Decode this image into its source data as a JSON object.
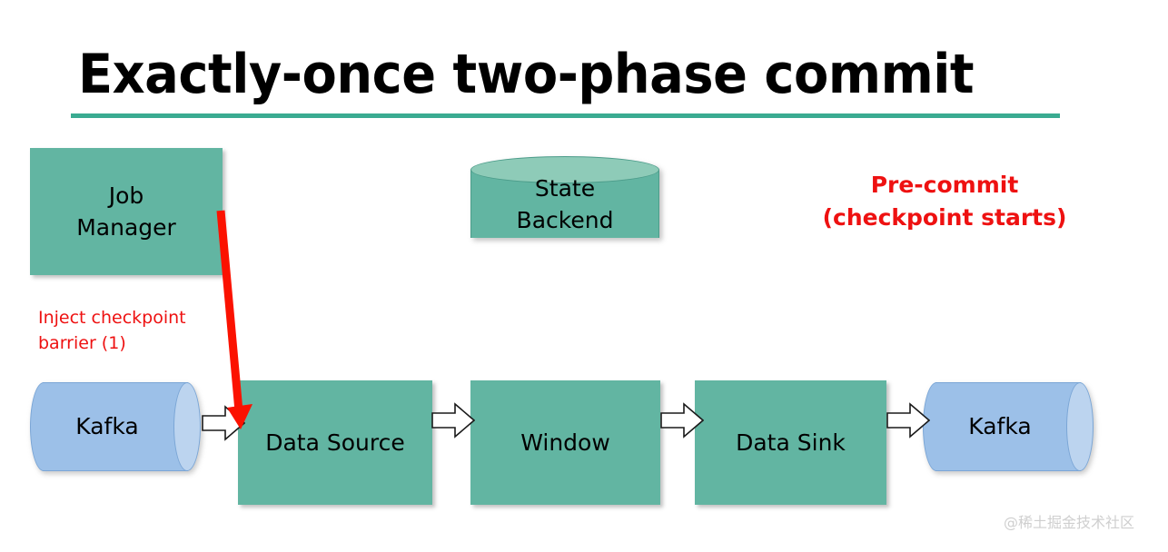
{
  "slide": {
    "title": "Exactly-once two-phase commit",
    "watermark": "@稀土掘金技术社区"
  },
  "colors": {
    "process_green": "#62b5a2",
    "cylinder_top_green": "#8ecbb8",
    "kafka_blue": "#9cc0e8",
    "kafka_cap_blue": "#bcd4ef",
    "rule_teal": "#3aab91",
    "annotation_red": "#ee1111",
    "arrow_red": "#fb1200",
    "text_black": "#000000",
    "watermark_gray": "#cfcfcf"
  },
  "nodes": {
    "job_manager": {
      "label": "Job\nManager",
      "line1": "Job",
      "line2": "Manager",
      "shape": "rectangle"
    },
    "state_backend": {
      "label": "State\nBackend",
      "line1": "State",
      "line2": "Backend",
      "shape": "cylinder"
    },
    "kafka_source": {
      "label": "Kafka",
      "shape": "horizontal-cylinder"
    },
    "data_source": {
      "label": "Data Source",
      "shape": "rectangle"
    },
    "window": {
      "label": "Window",
      "shape": "rectangle"
    },
    "data_sink": {
      "label": "Data Sink",
      "shape": "rectangle"
    },
    "kafka_sink": {
      "label": "Kafka",
      "shape": "horizontal-cylinder"
    }
  },
  "annotations": {
    "inject_barrier": {
      "line1": "Inject checkpoint",
      "line2": "barrier (1)"
    },
    "pre_commit": {
      "line1": "Pre-commit",
      "line2": "(checkpoint starts)"
    }
  },
  "flow": {
    "arrows": [
      {
        "name": "kafka-source-to-data-source",
        "style": "block-chevron"
      },
      {
        "name": "data-source-to-window",
        "style": "block-chevron"
      },
      {
        "name": "window-to-data-sink",
        "style": "block-chevron"
      },
      {
        "name": "data-sink-to-kafka-sink",
        "style": "block-chevron"
      },
      {
        "name": "job-manager-to-data-source",
        "style": "red-barrier-arrow"
      }
    ]
  }
}
